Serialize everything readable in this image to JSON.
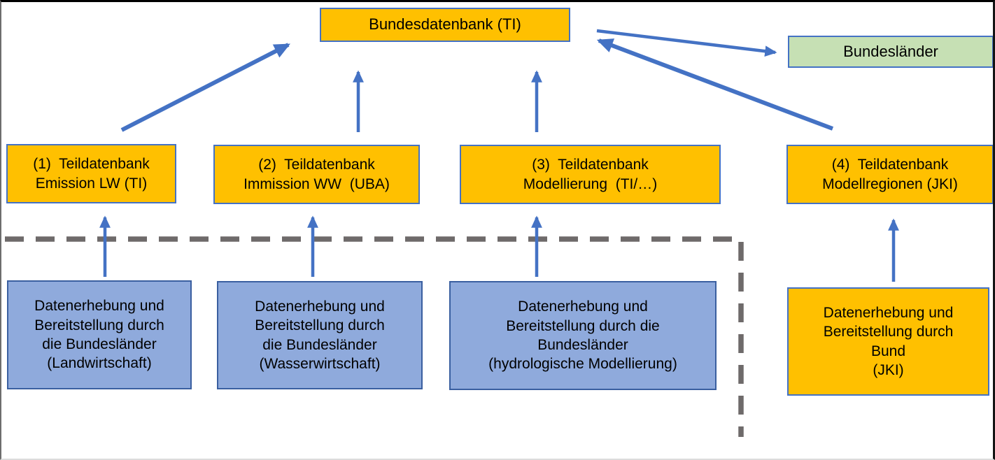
{
  "diagram": {
    "nodes": {
      "bundesdatenbank": {
        "label": "Bundesdatenbank (TI)",
        "fill": "#FFC000"
      },
      "bundeslaender": {
        "label": "Bundesländer",
        "fill": "#C6E0B4"
      },
      "tdb1": {
        "label": "(1)  Teildatenbank\nEmission LW (TI)",
        "fill": "#FFC000"
      },
      "tdb2": {
        "label": "(2)  Teildatenbank\nImmission WW  (UBA)",
        "fill": "#FFC000"
      },
      "tdb3": {
        "label": "(3)  Teildatenbank\nModellierung  (TI/…)",
        "fill": "#FFC000"
      },
      "tdb4": {
        "label": "(4)  Teildatenbank\nModellregionen (JKI)",
        "fill": "#FFC000"
      },
      "src1": {
        "label": "Datenerhebung und\nBereitstellung durch\ndie Bundesländer\n(Landwirtschaft)",
        "fill": "#8FAADC"
      },
      "src2": {
        "label": "Datenerhebung und\nBereitstellung durch\ndie Bundesländer\n(Wasserwirtschaft)",
        "fill": "#8FAADC"
      },
      "src3": {
        "label": "Datenerhebung und\nBereitstellung durch die\nBundesländer\n(hydrologische Modellierung)",
        "fill": "#8FAADC"
      },
      "src4": {
        "label": "Datenerhebung und\nBereitstellung durch\nBund\n(JKI)",
        "fill": "#FFC000"
      }
    },
    "connectors": [
      {
        "from": "tdb1",
        "to": "bundesdatenbank",
        "type": "arrow"
      },
      {
        "from": "tdb2",
        "to": "bundesdatenbank",
        "type": "arrow"
      },
      {
        "from": "tdb3",
        "to": "bundesdatenbank",
        "type": "arrow"
      },
      {
        "from": "tdb4",
        "to": "bundesdatenbank",
        "type": "arrow"
      },
      {
        "from": "bundesdatenbank",
        "to": "bundeslaender",
        "type": "arrow"
      },
      {
        "from": "src1",
        "to": "tdb1",
        "type": "arrow"
      },
      {
        "from": "src2",
        "to": "tdb2",
        "type": "arrow"
      },
      {
        "from": "src3",
        "to": "tdb3",
        "type": "arrow"
      },
      {
        "from": "src4",
        "to": "tdb4",
        "type": "arrow"
      },
      {
        "type": "dashed-divider",
        "meaning": "separates Länder data collection area from federal database area"
      }
    ],
    "colors": {
      "arrow": "#4472C4",
      "box_border_blue": "#4472C4",
      "dashed_divider": "#6e6a6a",
      "orange_fill": "#FFC000",
      "blue_fill": "#8FAADC",
      "green_fill": "#C6E0B4"
    }
  }
}
